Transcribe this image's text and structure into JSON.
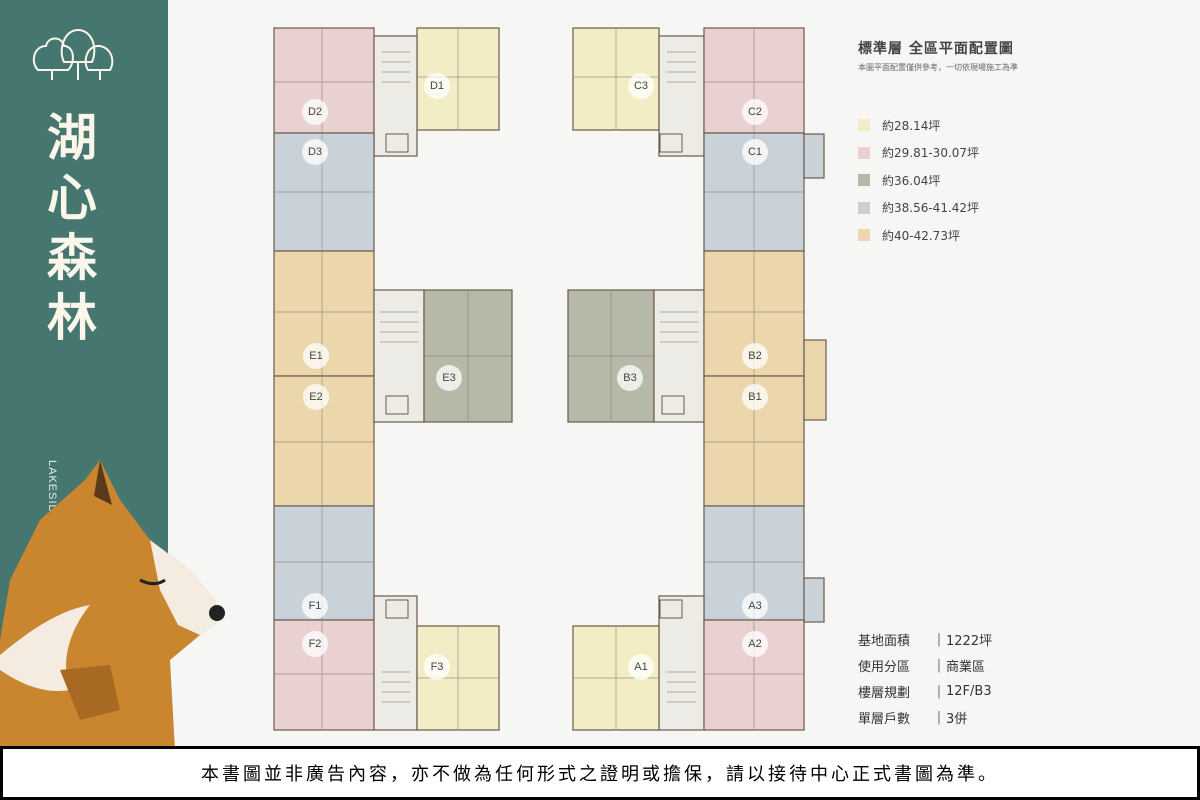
{
  "brand": {
    "title": "湖心森林",
    "subtitle": "LAKESIDE WONDERLAND"
  },
  "header": {
    "title": "標準層 全區平面配置圖",
    "note": "本圖平面配置僅供參考，一切依現場施工為準"
  },
  "colors": {
    "panel": "#45766f",
    "size_28": "#f3edc6",
    "size_30": "#ead1d1",
    "size_36": "#b6b8a8",
    "size_40": "#cad2d9",
    "size_42": "#ecd7ad"
  },
  "legend": [
    {
      "label": "約28.14坪",
      "color": "#f3edc6"
    },
    {
      "label": "約29.81-30.07坪",
      "color": "#ead1d1"
    },
    {
      "label": "約36.04坪",
      "color": "#b6b8a8"
    },
    {
      "label": "約38.56-41.42坪",
      "color": "#cad2d9"
    },
    {
      "label": "約40-42.73坪",
      "color": "#ecd7ad"
    }
  ],
  "units": {
    "D1": "D1",
    "D2": "D2",
    "D3": "D3",
    "C1": "C1",
    "C2": "C2",
    "C3": "C3",
    "E1": "E1",
    "E2": "E2",
    "E3": "E3",
    "B1": "B1",
    "B2": "B2",
    "B3": "B3",
    "F1": "F1",
    "F2": "F2",
    "F3": "F3",
    "A1": "A1",
    "A2": "A2",
    "A3": "A3"
  },
  "stats": [
    {
      "label": "基地面積",
      "value": "1222坪"
    },
    {
      "label": "使用分區",
      "value": "商業區"
    },
    {
      "label": "樓層規劃",
      "value": "12F/B3"
    },
    {
      "label": "單層戶數",
      "value": "3併"
    }
  ],
  "stat_separator": "|",
  "footer": {
    "disclaimer": "本書圖並非廣告內容，亦不做為任何形式之證明或擔保，請以接待中心正式書圖為準。"
  }
}
